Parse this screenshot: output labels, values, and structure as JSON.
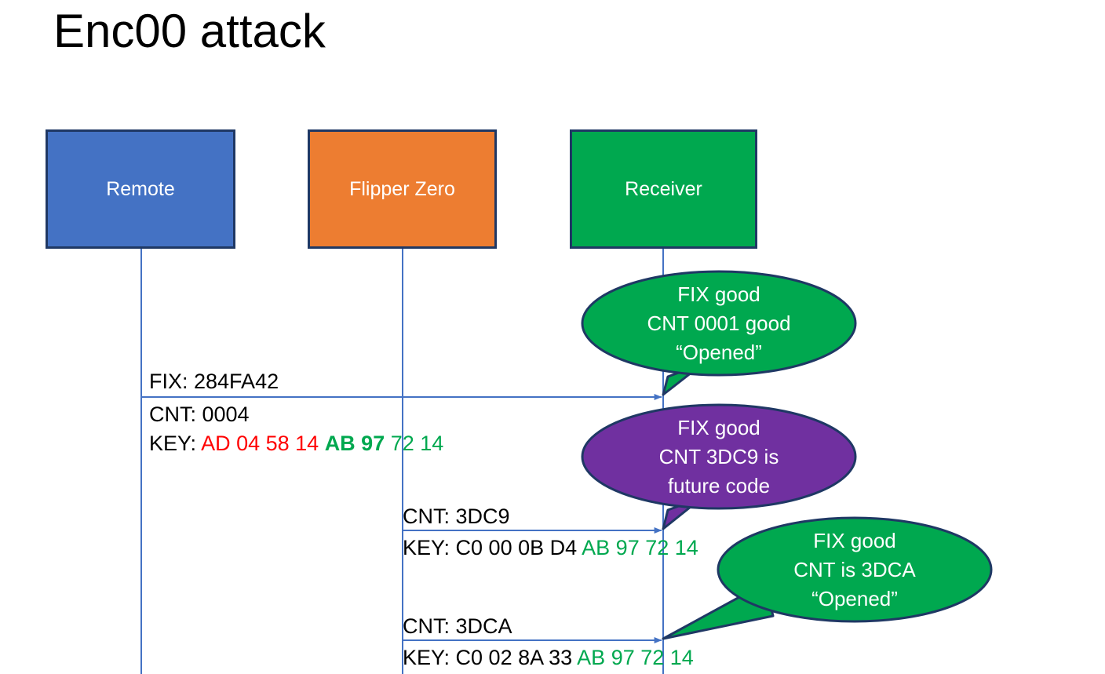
{
  "slide": {
    "title": "Enc00 attack",
    "background": "#FFFFFF"
  },
  "colors": {
    "remote_fill": "#4472C4",
    "flipper_fill": "#ED7D31",
    "receiver_fill": "#00A84F",
    "box_border": "#1F3864",
    "lifeline": "#4472C4",
    "arrow": "#4472C4",
    "bubble_green": "#00A84F",
    "bubble_purple": "#7030A0",
    "bubble_border": "#1F3864",
    "key_red": "#FF0000",
    "key_green": "#00A84F",
    "text_black": "#000000"
  },
  "actors": [
    {
      "id": "remote",
      "label": "Remote",
      "fill": "#4472C4"
    },
    {
      "id": "flipper",
      "label": "Flipper Zero",
      "fill": "#ED7D31"
    },
    {
      "id": "receiver",
      "label": "Receiver",
      "fill": "#00A84F"
    }
  ],
  "messages": [
    {
      "id": "m1",
      "from": "remote",
      "to": "receiver",
      "lines": [
        {
          "label": "FIX: 284FA42"
        },
        {
          "label": "CNT: 0004"
        },
        {
          "prefix": "KEY: ",
          "segments": [
            {
              "text": "AD 04 58 14 ",
              "style": "red"
            },
            {
              "text": "AB 97 ",
              "style": "green-bold"
            },
            {
              "text": "72 14",
              "style": "green"
            }
          ]
        }
      ]
    },
    {
      "id": "m2",
      "from": "flipper",
      "to": "receiver",
      "lines": [
        {
          "label": "CNT: 3DC9"
        },
        {
          "prefix": "KEY: C0 00 0B D4 ",
          "segments": [
            {
              "text": "AB 97 72 14",
              "style": "green"
            }
          ]
        }
      ]
    },
    {
      "id": "m3",
      "from": "flipper",
      "to": "receiver",
      "lines": [
        {
          "label": "CNT: 3DCA"
        },
        {
          "prefix": "KEY: C0 02 8A 33 ",
          "segments": [
            {
              "text": "AB 97 72 14",
              "style": "green"
            }
          ]
        }
      ]
    }
  ],
  "callouts": [
    {
      "id": "callout-1",
      "fill": "#00A84F",
      "lines": [
        "FIX good",
        "CNT 0001 good",
        "“Opened”"
      ]
    },
    {
      "id": "callout-2",
      "fill": "#7030A0",
      "lines": [
        "FIX good",
        "CNT 3DC9 is",
        "future code"
      ]
    },
    {
      "id": "callout-3",
      "fill": "#00A84F",
      "lines": [
        "FIX good",
        "CNT is 3DCA",
        "“Opened”"
      ]
    }
  ]
}
